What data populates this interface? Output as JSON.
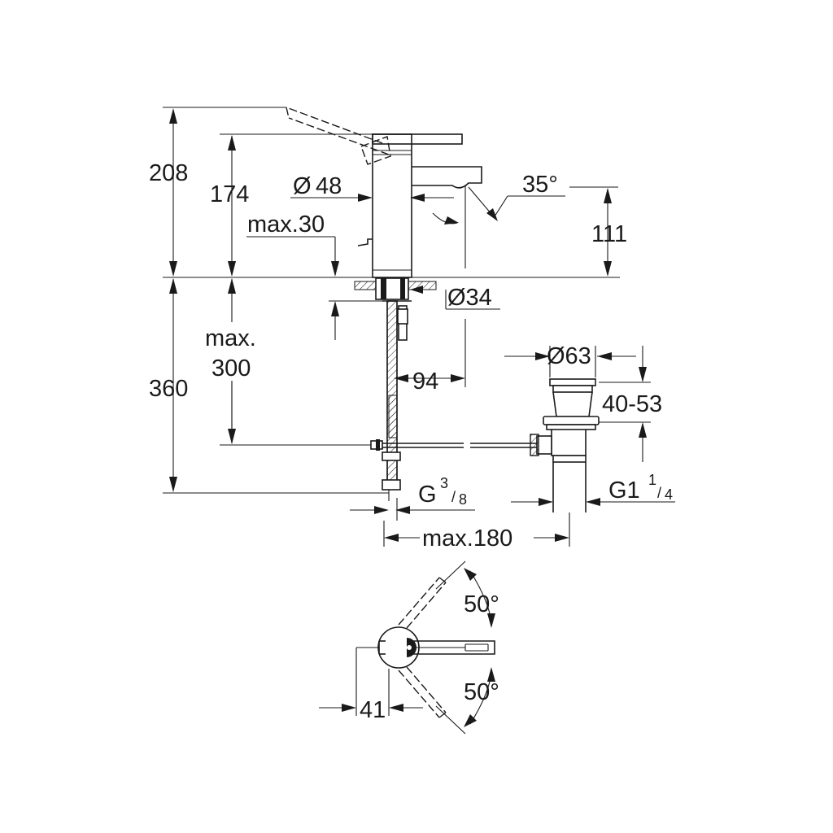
{
  "dimensions": {
    "total_height": "208",
    "body_height": "174",
    "body_diameter_symbol": "Ø",
    "body_diameter": "48",
    "spout_angle": "35°",
    "spout_height": "111",
    "max_deck": "max.30",
    "hole_diameter": "Ø34",
    "max_below_1": "max.",
    "max_below_2": "300",
    "below_height": "360",
    "spout_reach": "94",
    "waste_diameter": "Ø63",
    "waste_range": "40-53",
    "connection": "G",
    "connection_num": "3",
    "connection_den": "8",
    "waste_thread": "G1",
    "waste_thread_num": "1",
    "waste_thread_den": "4",
    "max_rod": "max.180",
    "lever_angle_top": "50°",
    "lever_angle_bottom": "50°",
    "lever_offset": "41"
  },
  "colors": {
    "line": "#1a1a1a",
    "background": "#ffffff"
  }
}
